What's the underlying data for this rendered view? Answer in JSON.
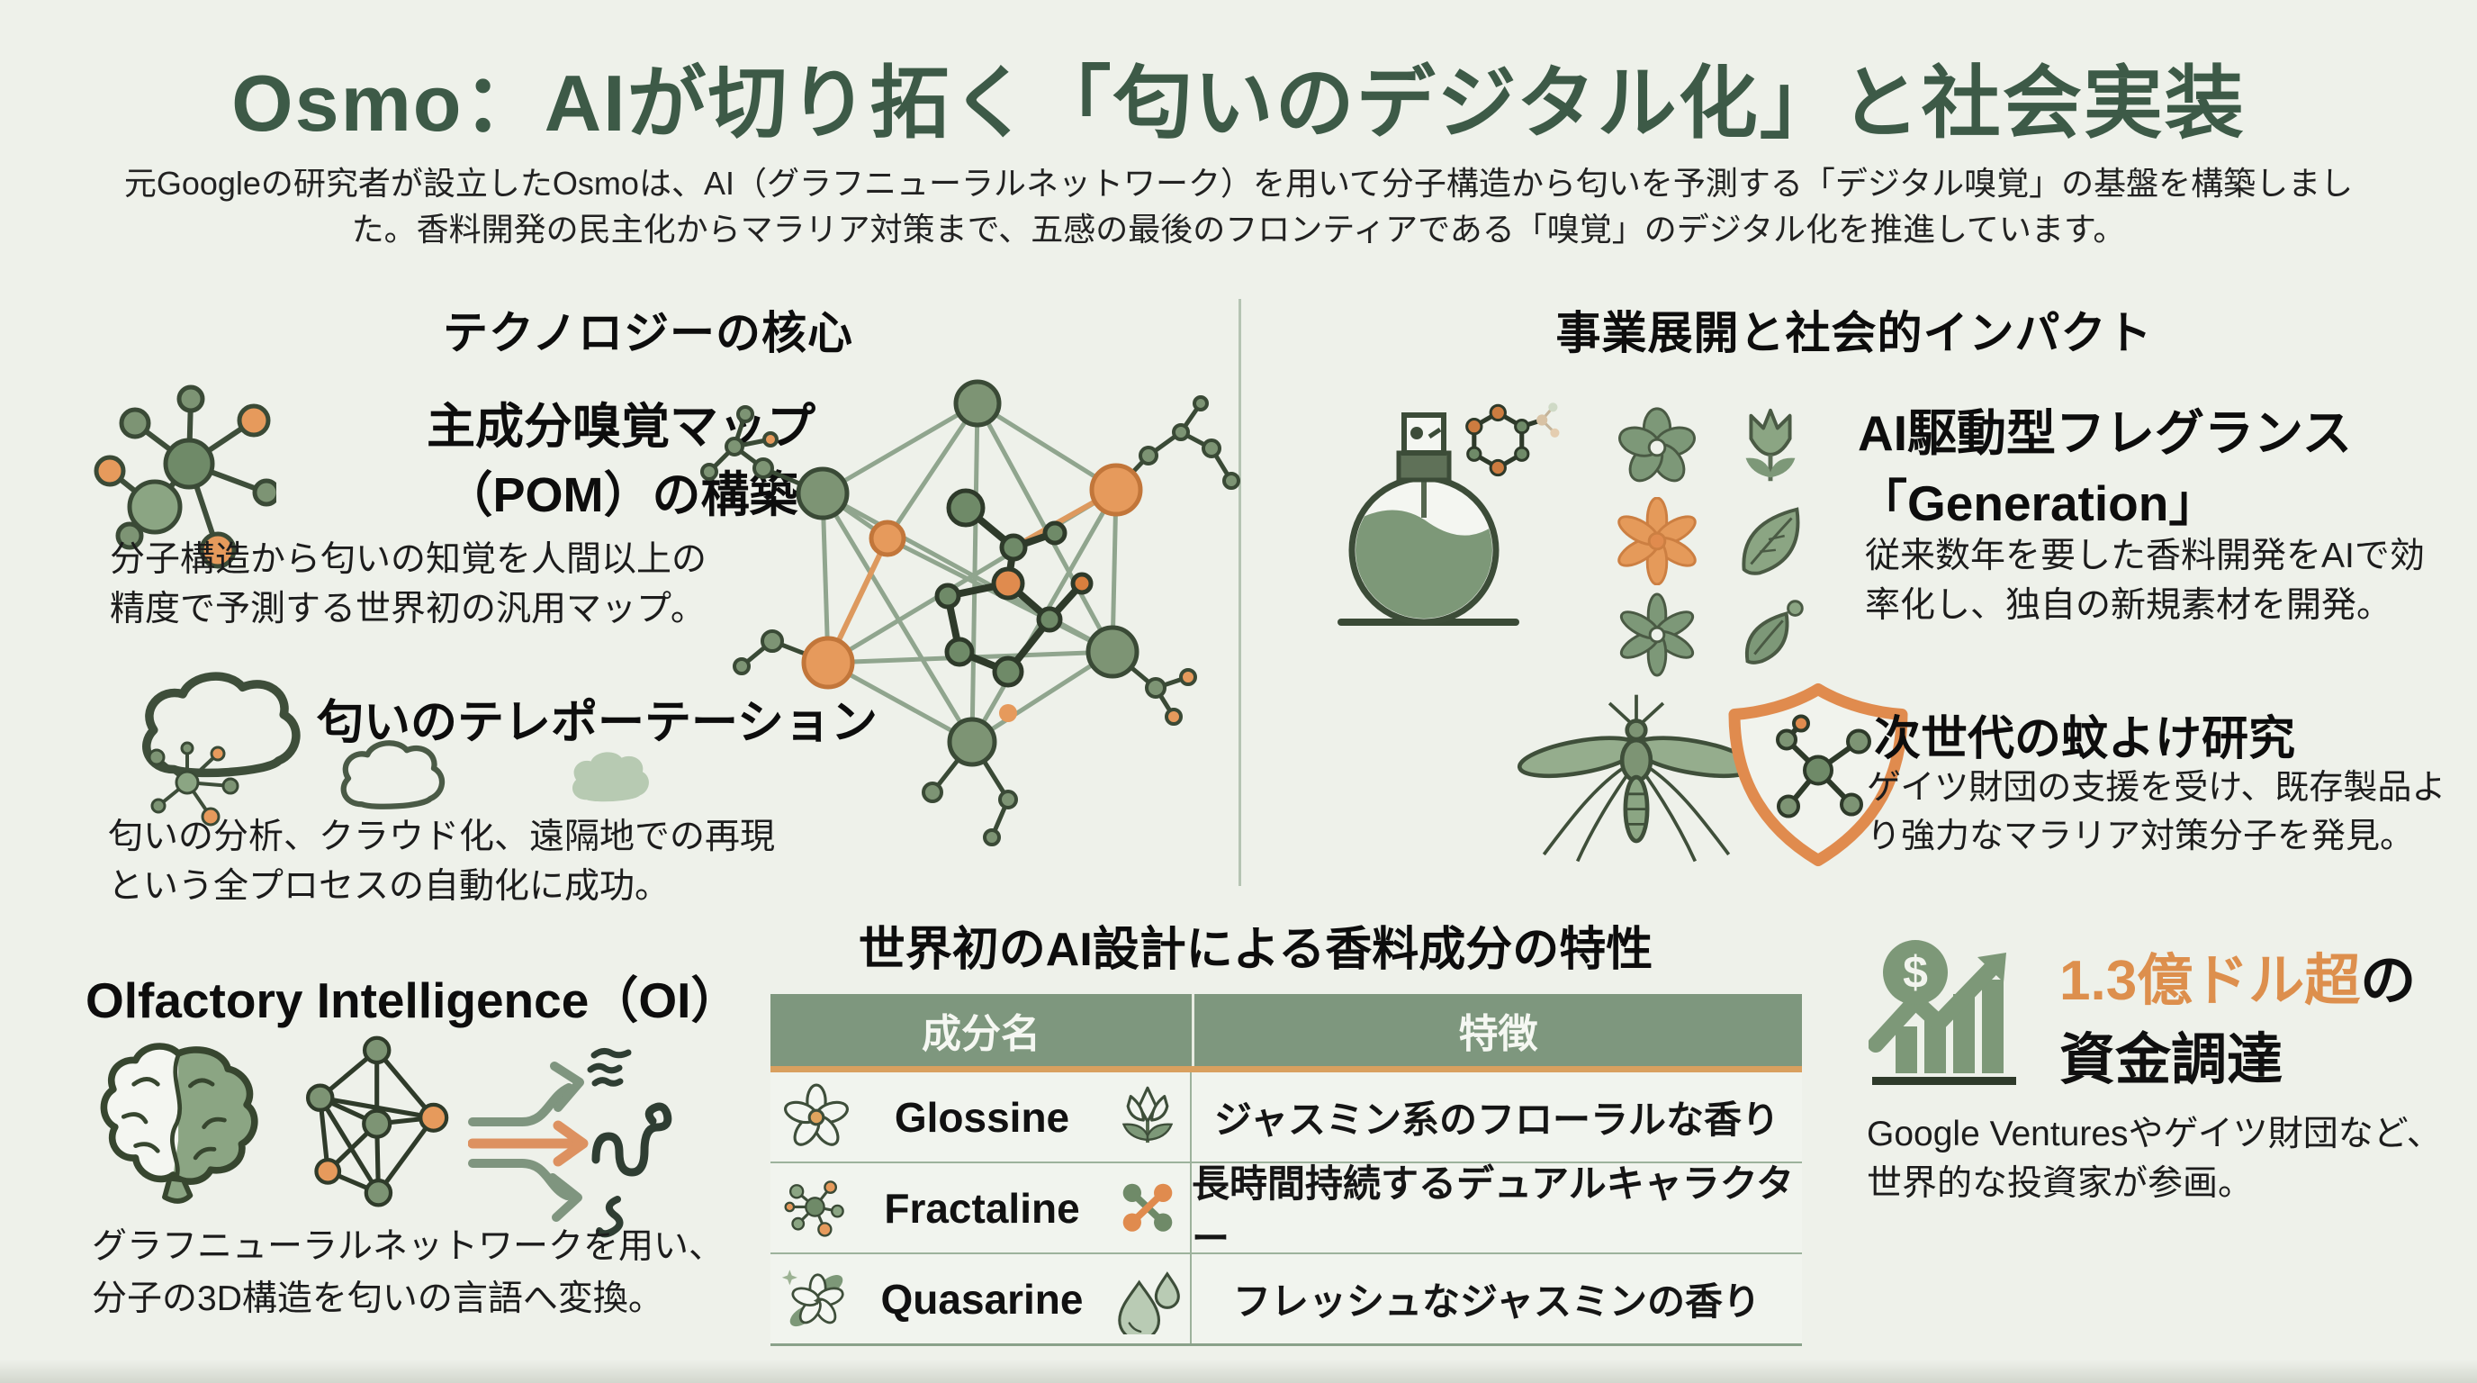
{
  "page": {
    "title": "Osmo：AIが切り拓く「匂いのデジタル化」と社会実装",
    "subtitle_line1": "元Googleの研究者が設立したOsmoは、AI（グラフニューラルネットワーク）を用いて分子構造から匂いを予測する「デジタル嗅覚」の基盤を構築しまし",
    "subtitle_line2": "た。香料開発の民主化からマラリア対策まで、五感の最後のフロンティアである「嗅覚」のデジタル化を推進しています。"
  },
  "tech_column": {
    "header": "テクノロジーの核心",
    "pom": {
      "title_line1": "主成分嗅覚マップ",
      "title_line2": "（POM）の構築",
      "body_line1": "分子構造から匂いの知覚を人間以上の",
      "body_line2": "精度で予測する世界初の汎用マップ。"
    },
    "teleportation": {
      "title": "匂いのテレポーテーション",
      "body_line1": "匂いの分析、クラウド化、遠隔地での再現",
      "body_line2": "という全プロセスの自動化に成功。"
    },
    "oi": {
      "title": "Olfactory Intelligence（OI）",
      "body_line1": "グラフニューラルネットワークを用い、",
      "body_line2": "分子の3D構造を匂いの言語へ変換。"
    }
  },
  "business_column": {
    "header": "事業展開と社会的インパクト",
    "fragrance": {
      "title_line1": "AI駆動型フレグランス",
      "title_line2": "「Generation」",
      "body_line1": "従来数年を要した香料開発をAIで効",
      "body_line2": "率化し、独自の新規素材を開発。"
    },
    "mosquito": {
      "title": "次世代の蚊よけ研究",
      "body_line1": "ゲイツ財団の支援を受け、既存製品よ",
      "body_line2": "り強力なマラリア対策分子を発見。"
    },
    "funding": {
      "amount": "1.3億ドル超",
      "amount_suffix": "の",
      "title_line2": "資金調達",
      "body_line1": "Google Venturesやゲイツ財団など、",
      "body_line2": "世界的な投資家が参画。"
    }
  },
  "table": {
    "title": "世界初のAI設計による香料成分の特性",
    "headers": [
      "成分名",
      "特徴"
    ],
    "rows": [
      {
        "name": "Glossine",
        "feature": "ジャスミン系のフローラルな香り"
      },
      {
        "name": "Fractaline",
        "feature": "長時間持続するデュアルキャラクター"
      },
      {
        "name": "Quasarine",
        "feature": "フレッシュなジャスミンの香り"
      }
    ]
  },
  "icons": {
    "pom": "molecule-icon",
    "teleportation": [
      "cloud-icon",
      "molecule-icon",
      "cloud-outline-icon",
      "cloud-filled-icon"
    ],
    "oi": [
      "brain-icon",
      "neural-network-icon",
      "transform-arrows-icon",
      "scent-waves-icon"
    ],
    "center": "molecular-network-diagram",
    "fragrance": [
      "perfume-bottle-icon",
      "spray-molecule-icon",
      "flower-icon",
      "tulip-icon",
      "orange-flower-icon",
      "leaf-icon",
      "blossom-icon",
      "sprout-leaf-icon"
    ],
    "mosquito": [
      "mosquito-icon",
      "shield-molecule-icon"
    ],
    "funding": "growth-chart-dollar-icon",
    "table_rows": [
      [
        "jasmine-flower-icon",
        "lotus-icon"
      ],
      [
        "molecule-icon",
        "dual-bond-icon"
      ],
      [
        "sparkle-flower-icon",
        "droplets-icon"
      ]
    ]
  },
  "colors": {
    "background": "#eef1ea",
    "title_green": "#3d5a47",
    "accent_orange": "#dd8f4d",
    "node_green": "#7d9474",
    "node_orange": "#e69a5c",
    "edge_green": "#8ba18a",
    "table_header_green": "#7e977e",
    "table_underline_orange": "#d9a05f",
    "shield_orange": "#e08b4e"
  }
}
